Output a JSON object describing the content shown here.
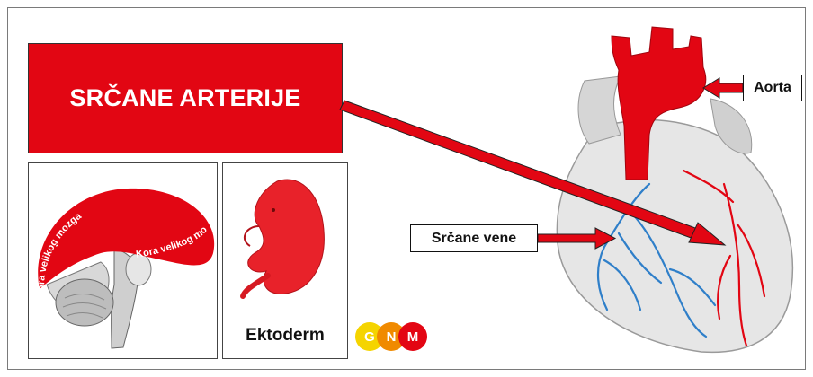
{
  "title": "SRČANE ARTERIJE",
  "brain_panel": {
    "cortex_label": "Kora velikog mozga"
  },
  "embryo_panel": {
    "label": "Ektoderm"
  },
  "heart": {
    "label_aorta": "Aorta",
    "label_veins": "Srčane vene"
  },
  "logo": {
    "letters": [
      "G",
      "N",
      "M"
    ],
    "colors": [
      "#f5d400",
      "#f08a00",
      "#e30613"
    ]
  },
  "colors": {
    "arterial_red": "#e20613",
    "vein_blue": "#2f7fc9"
  }
}
